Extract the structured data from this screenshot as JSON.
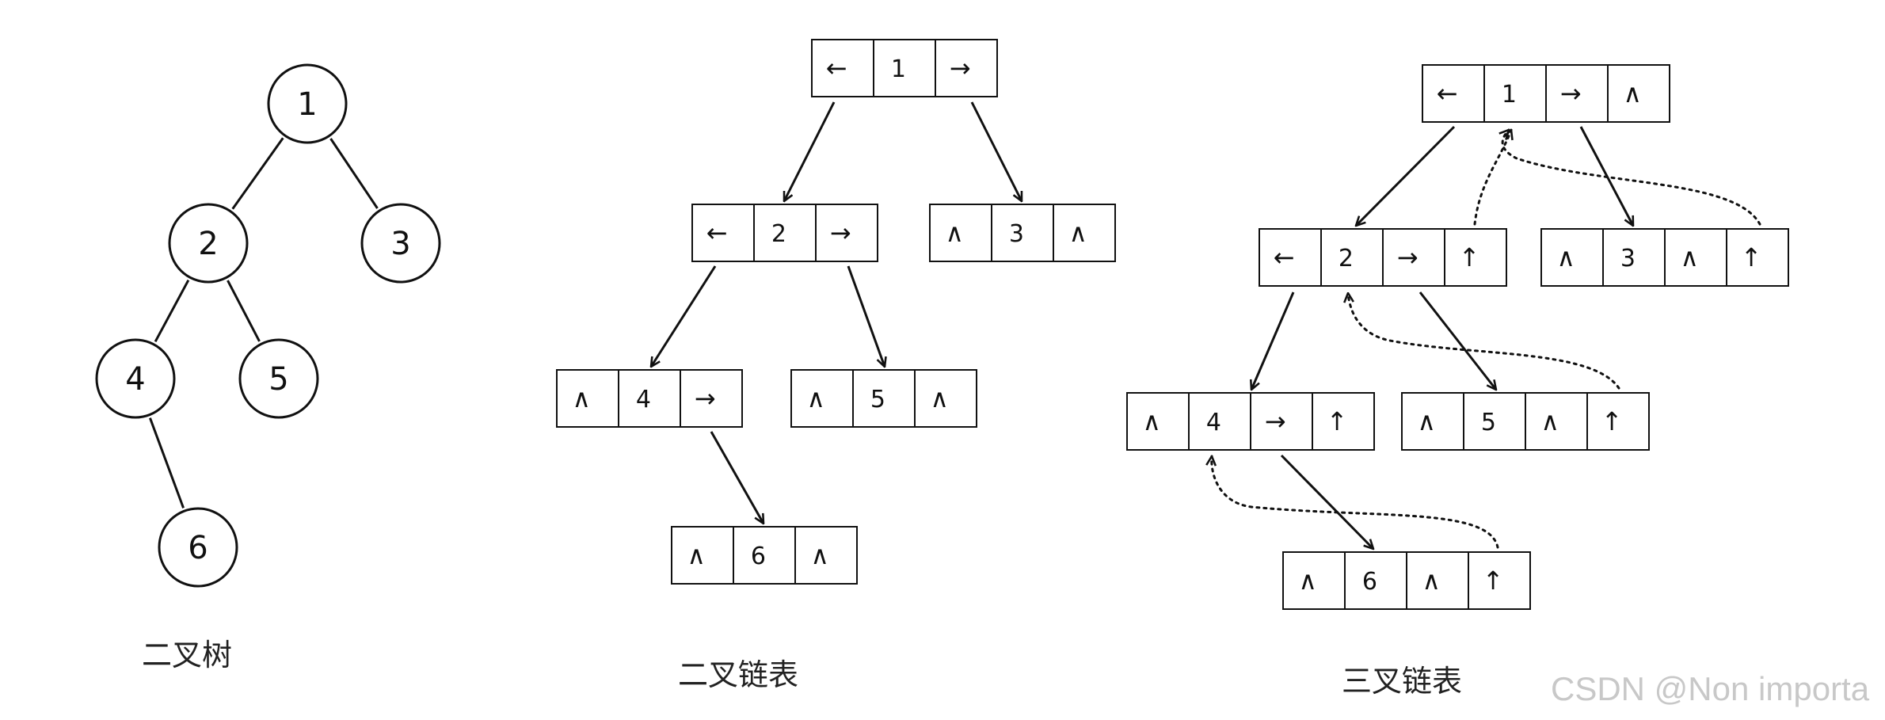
{
  "symbols": {
    "left": "←",
    "right": "→",
    "null": "∧",
    "up": "↑"
  },
  "binary_tree": {
    "caption": "二叉树",
    "nodes": [
      {
        "id": "1",
        "label": "1"
      },
      {
        "id": "2",
        "label": "2"
      },
      {
        "id": "3",
        "label": "3"
      },
      {
        "id": "4",
        "label": "4"
      },
      {
        "id": "5",
        "label": "5"
      },
      {
        "id": "6",
        "label": "6"
      }
    ],
    "edges": [
      [
        "1",
        "2"
      ],
      [
        "1",
        "3"
      ],
      [
        "2",
        "4"
      ],
      [
        "2",
        "5"
      ],
      [
        "4",
        "6"
      ]
    ]
  },
  "binary_linked_list": {
    "caption": "二叉链表",
    "nodes": [
      {
        "id": "1",
        "cells": [
          "←",
          "1",
          "→"
        ]
      },
      {
        "id": "2",
        "cells": [
          "←",
          "2",
          "→"
        ]
      },
      {
        "id": "3",
        "cells": [
          "∧",
          "3",
          "∧"
        ]
      },
      {
        "id": "4",
        "cells": [
          "∧",
          "4",
          "→"
        ]
      },
      {
        "id": "5",
        "cells": [
          "∧",
          "5",
          "∧"
        ]
      },
      {
        "id": "6",
        "cells": [
          "∧",
          "6",
          "∧"
        ]
      }
    ],
    "child_links": [
      [
        "1",
        "2"
      ],
      [
        "1",
        "3"
      ],
      [
        "2",
        "4"
      ],
      [
        "2",
        "5"
      ],
      [
        "4",
        "6"
      ]
    ]
  },
  "trinary_linked_list": {
    "caption": "三叉链表",
    "nodes": [
      {
        "id": "1",
        "cells": [
          "←",
          "1",
          "→",
          "∧"
        ]
      },
      {
        "id": "2",
        "cells": [
          "←",
          "2",
          "→",
          "↑"
        ]
      },
      {
        "id": "3",
        "cells": [
          "∧",
          "3",
          "∧",
          "↑"
        ]
      },
      {
        "id": "4",
        "cells": [
          "∧",
          "4",
          "→",
          "↑"
        ]
      },
      {
        "id": "5",
        "cells": [
          "∧",
          "5",
          "∧",
          "↑"
        ]
      },
      {
        "id": "6",
        "cells": [
          "∧",
          "6",
          "∧",
          "↑"
        ]
      }
    ],
    "child_links": [
      [
        "1",
        "2"
      ],
      [
        "1",
        "3"
      ],
      [
        "2",
        "4"
      ],
      [
        "2",
        "5"
      ],
      [
        "4",
        "6"
      ]
    ],
    "parent_links": [
      [
        "2",
        "1"
      ],
      [
        "3",
        "1"
      ],
      [
        "5",
        "2"
      ],
      [
        "6",
        "4"
      ]
    ]
  },
  "watermark": "CSDN @Non importa"
}
